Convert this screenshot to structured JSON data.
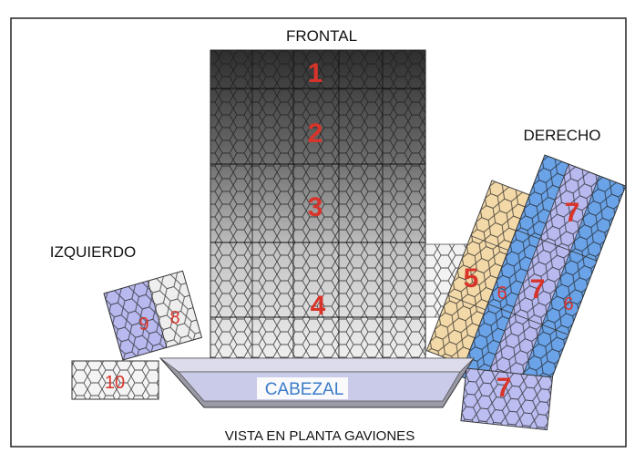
{
  "labels": {
    "frontal": "FRONTAL",
    "derecho": "DERECHO",
    "izquierdo": "IZQUIERDO",
    "cabezal": "CABEZAL",
    "caption": "VISTA EN PLANTA GAVIONES"
  },
  "numbers": {
    "n1": "1",
    "n2": "2",
    "n3": "3",
    "n4": "4",
    "n5": "5",
    "n6a": "6",
    "n6b": "6",
    "n7a": "7",
    "n7b": "7",
    "n7c": "7",
    "n8": "8",
    "n9": "9",
    "n10": "10"
  }
}
